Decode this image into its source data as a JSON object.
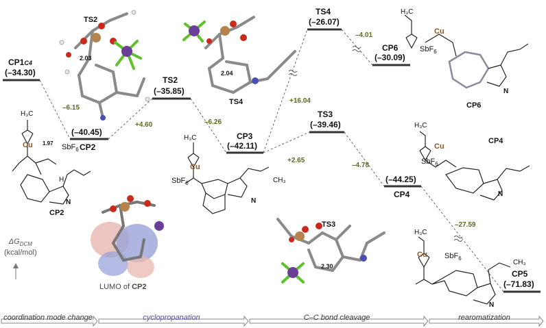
{
  "levels": {
    "cp1c4": {
      "name": "CP1",
      "sub": "C4",
      "energy": "(–34.30)"
    },
    "cp2": {
      "name": "CP2",
      "energy": "(–40.45)"
    },
    "ts2": {
      "name": "TS2",
      "energy": "(–35.85)"
    },
    "cp3": {
      "name": "CP3",
      "energy": "(–42.11)"
    },
    "ts4": {
      "name": "TS4",
      "energy": "(–26.07)"
    },
    "cp6": {
      "name": "CP6",
      "energy": "(–30.09)"
    },
    "ts3": {
      "name": "TS3",
      "energy": "(–39.46)"
    },
    "cp4": {
      "name": "CP4",
      "energy": "(–44.25)"
    },
    "cp5": {
      "name": "CP5",
      "energy": "(–71.83)"
    }
  },
  "deltas": {
    "d1": "–6.15",
    "d2": "+4.60",
    "d3": "–6.26",
    "d4": "+16.04",
    "d5": "+2.65",
    "d6": "–4.01",
    "d7": "–4.78",
    "d8": "–27.59"
  },
  "structures": {
    "ts2_3d_label": "TS2",
    "ts4_3d_label": "TS4",
    "ts3_3d_label": "TS3",
    "cp6_label": "CP6",
    "cp4_label": "CP4",
    "cp2_label": "CP2",
    "dist_ts2": "2.03",
    "dist_ts4": "2.04",
    "dist_ts3": "2.30",
    "dist_cp2": "1.97",
    "cu": "Cu",
    "sbf6": "SbF",
    "sbf6_sub": "6",
    "h3c": "H₃C",
    "ch3": "CH₃",
    "h": "H",
    "n": "N"
  },
  "lumo": {
    "prefix": "LUMO of ",
    "name": "CP2"
  },
  "axis": {
    "line1": "ΔG",
    "sub": "DCM",
    "line2": "(kcal/mol)"
  },
  "phases": [
    "coordination mode change",
    "cyclopropanation",
    "C–C bond cleavage",
    "rearomatization"
  ],
  "colors": {
    "cu": "#8b5a2b",
    "delta": "#5a6a1e",
    "level": "#333333",
    "arrow_border": "#888888"
  }
}
